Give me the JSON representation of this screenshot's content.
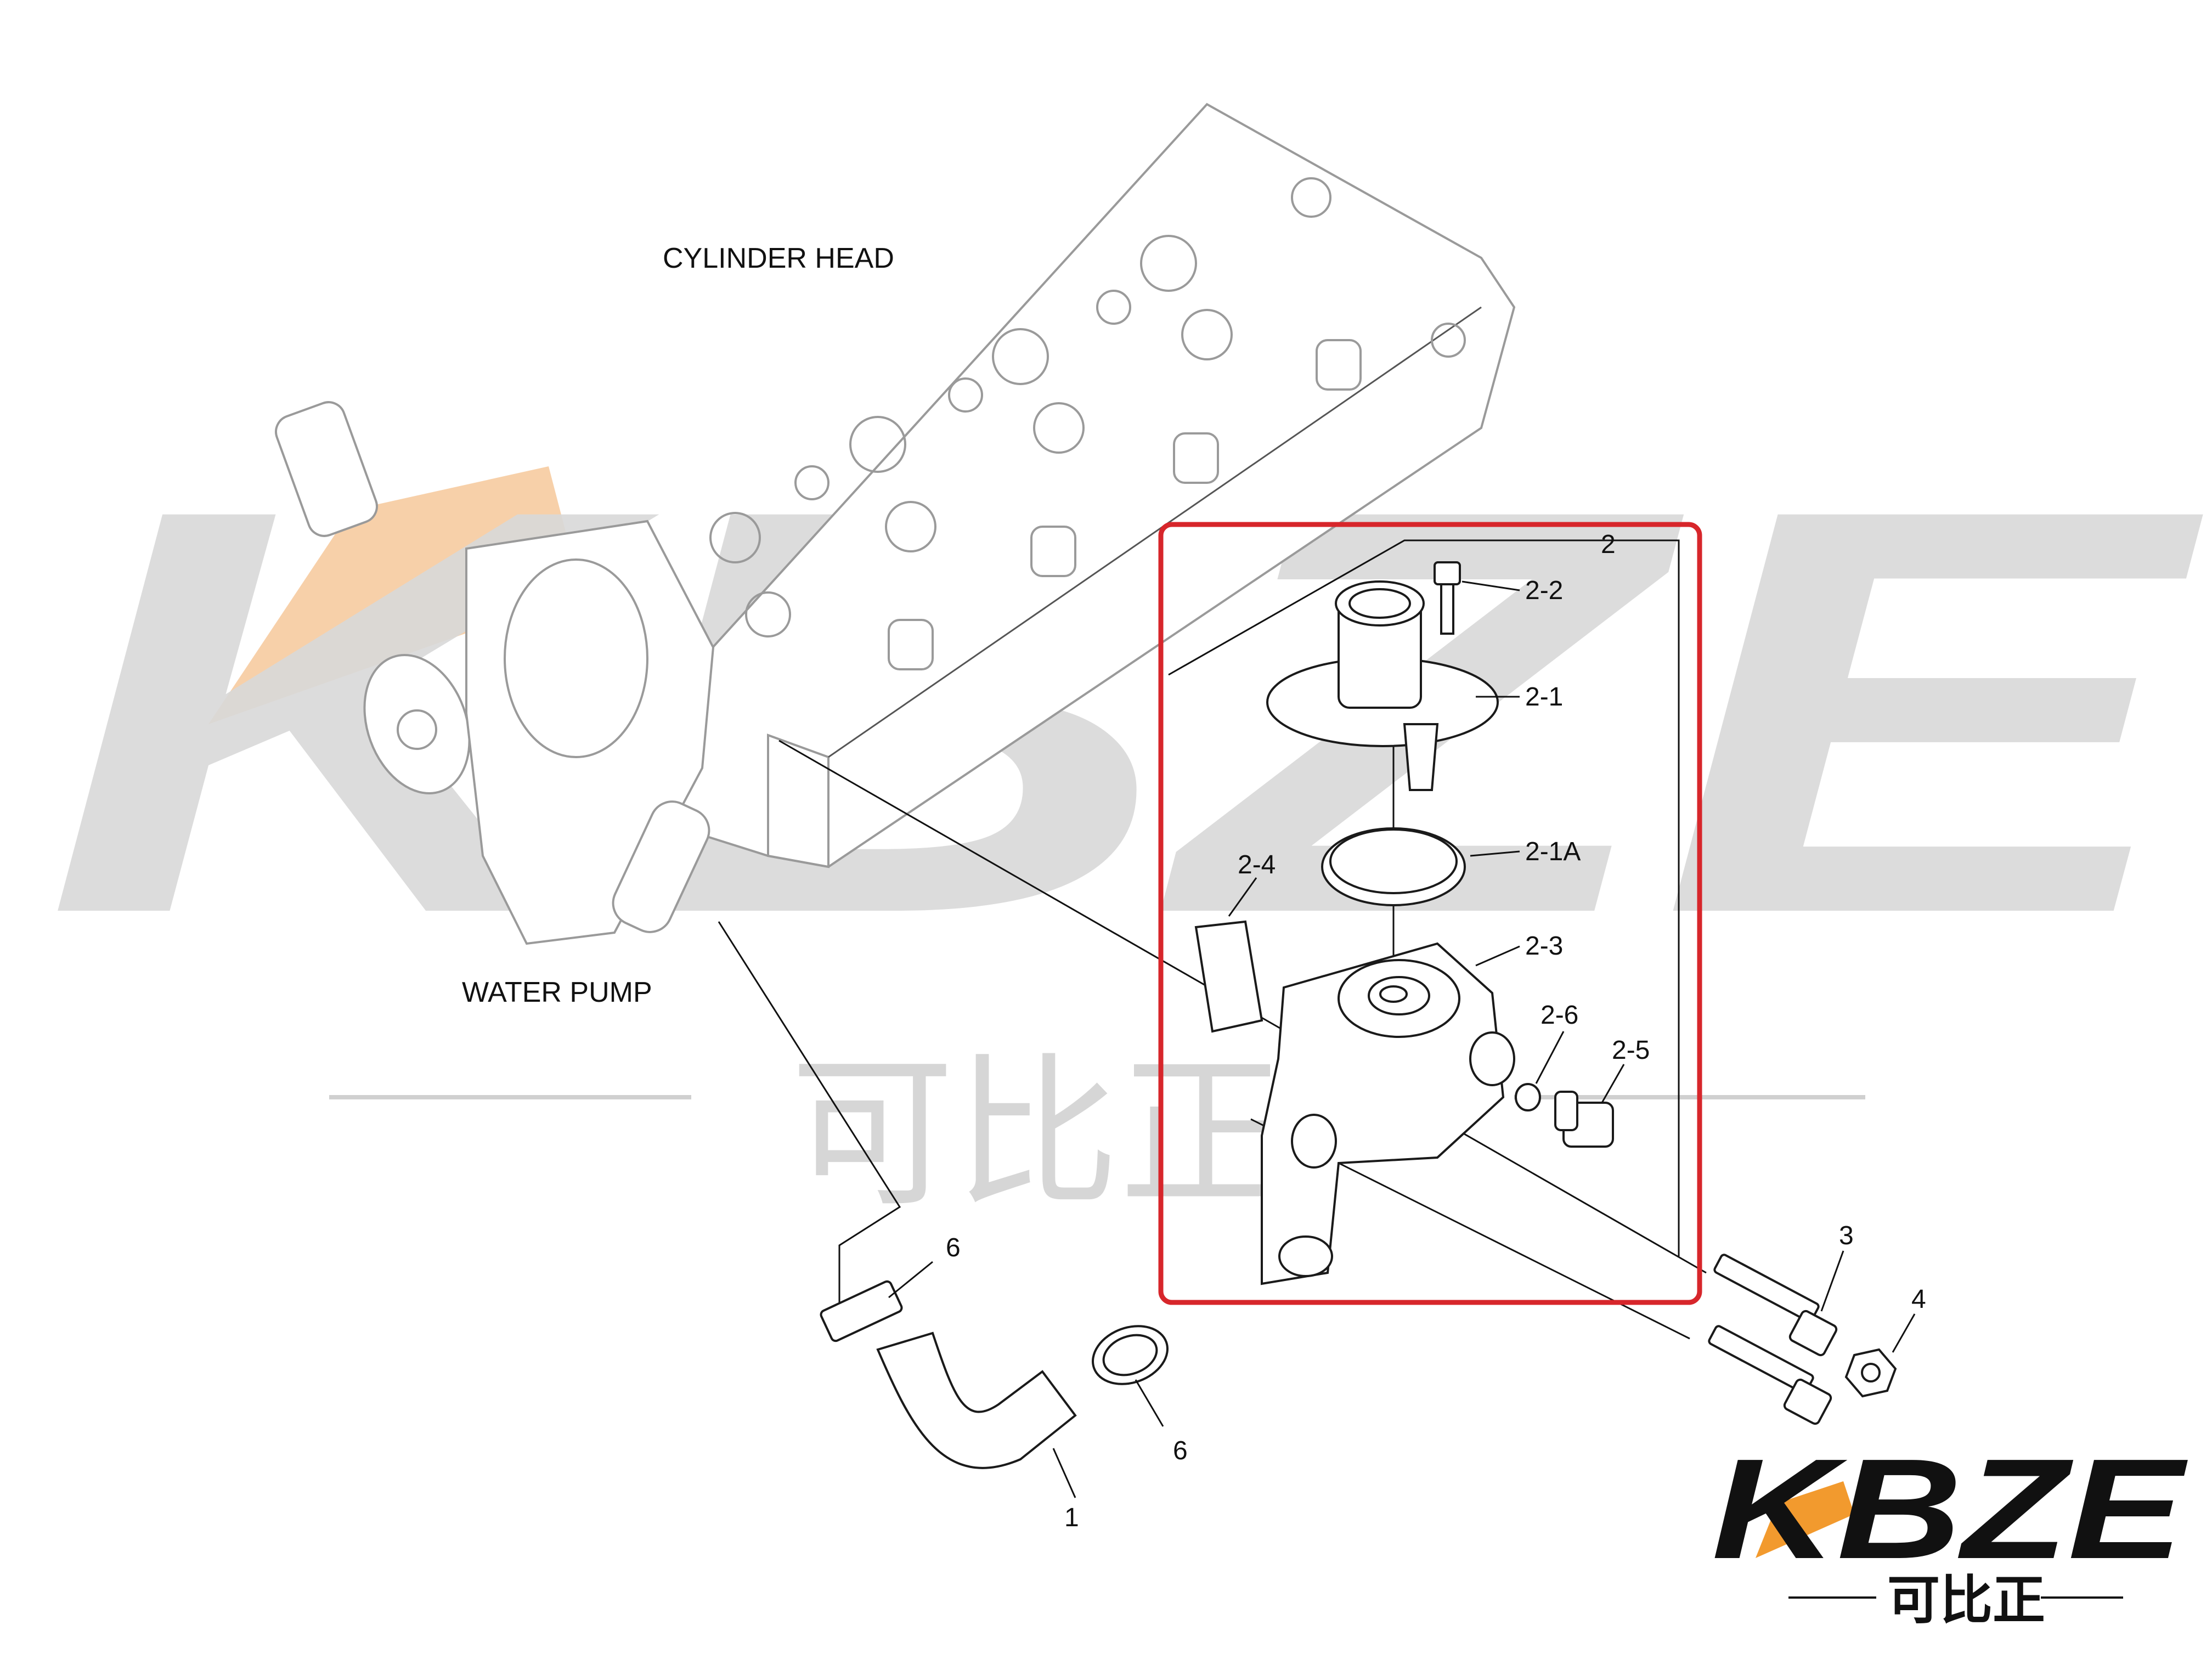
{
  "labels": {
    "cylinder_head": "CYLINDER HEAD",
    "water_pump": "WATER PUMP"
  },
  "callouts": {
    "p2": "2",
    "p2_2": "2-2",
    "p2_1": "2-1",
    "p2_1a": "2-1A",
    "p2_4": "2-4",
    "p2_3": "2-3",
    "p2_6": "2-6",
    "p2_5": "2-5",
    "p6_top": "6",
    "p6_bottom": "6",
    "p1": "1",
    "p3": "3",
    "p4": "4"
  },
  "watermark": {
    "brand": "KBZE",
    "chinese": "可比正"
  },
  "logo": {
    "brand": "KBZE",
    "chinese": "可比正"
  },
  "colors": {
    "highlight_box": "#d7262b",
    "watermark_grey": "#d6d6d6",
    "watermark_orange": "#f6c89a",
    "logo_orange": "#f29a2e",
    "ink": "#111111"
  }
}
